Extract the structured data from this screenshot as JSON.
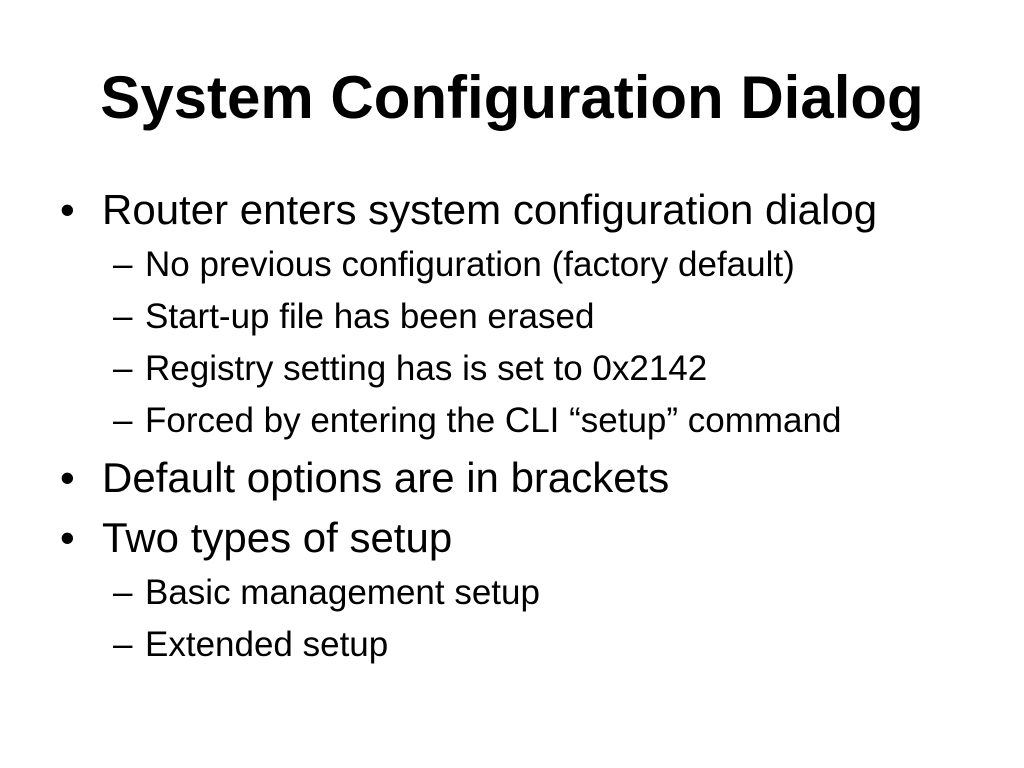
{
  "slide": {
    "title": "System Configuration Dialog",
    "bullet_marker": "•",
    "sub_marker": "–",
    "bullets": [
      {
        "text": "Router enters system configuration dialog",
        "sub": [
          "No previous configuration (factory default)",
          "Start-up file has been erased",
          "Registry setting has is set to 0x2142",
          "Forced by entering the CLI “setup” command"
        ]
      },
      {
        "text": "Default options are in brackets",
        "sub": []
      },
      {
        "text": "Two types of setup",
        "sub": [
          "Basic management setup",
          "Extended setup"
        ]
      }
    ]
  }
}
